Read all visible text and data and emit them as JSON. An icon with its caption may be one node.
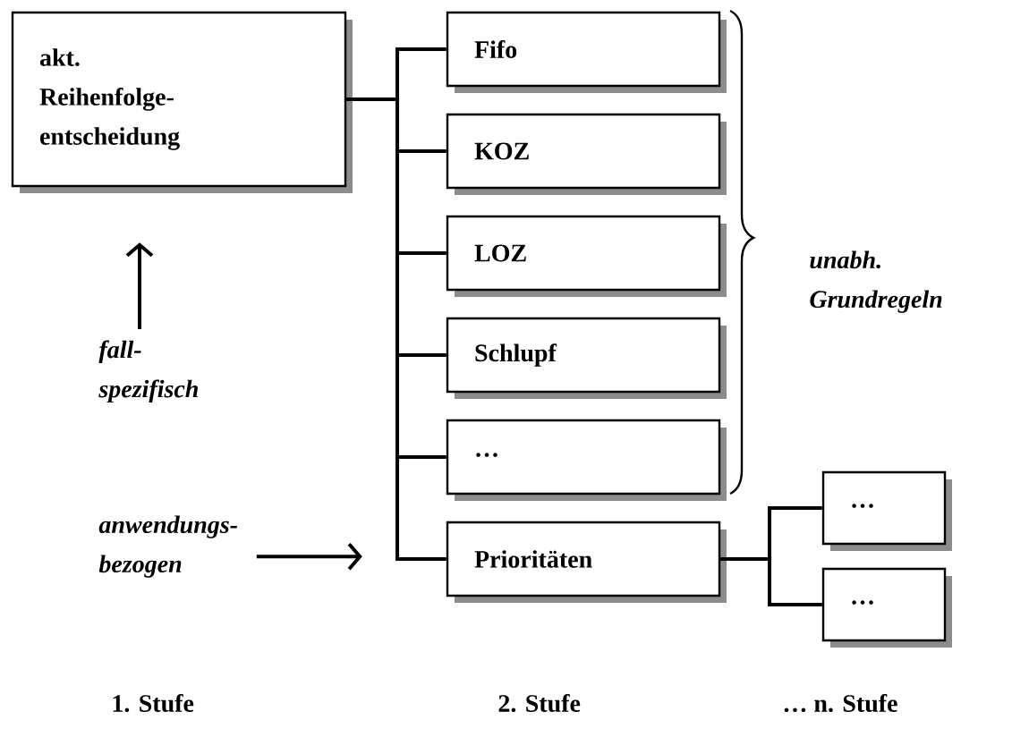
{
  "diagram": {
    "nodes": [
      {
        "text": [
          "akt. Reihenfolge-entscheidung"
        ]
      },
      {
        "text": [
          "Fifo"
        ]
      },
      {
        "text": [
          "KOZ"
        ]
      },
      {
        "text": [
          "LOZ"
        ]
      },
      {
        "text": [
          "Schlupf"
        ]
      },
      {
        "text": [
          "…"
        ]
      },
      {
        "text": [
          "Prioritäten"
        ]
      },
      {
        "text": [
          "…"
        ]
      },
      {
        "text": [
          "…"
        ]
      },
      {
        "text": [
          "fall-spezifisch"
        ]
      },
      {
        "text": [
          "anwendungs-bezogen"
        ]
      }
    ],
    "edges": [
      {
        "from": 0,
        "to": 1,
        "arrow": "none"
      },
      {
        "from": 0,
        "to": 2,
        "arrow": "none"
      },
      {
        "from": 0,
        "to": 3,
        "arrow": "none"
      },
      {
        "from": 0,
        "to": 4,
        "arrow": "none"
      },
      {
        "from": 0,
        "to": 5,
        "arrow": "none"
      },
      {
        "from": 0,
        "to": 6,
        "arrow": "none"
      },
      {
        "from": 6,
        "to": 7,
        "arrow": "none"
      },
      {
        "from": 6,
        "to": 8,
        "arrow": "none"
      },
      {
        "from": 9,
        "to": 0,
        "arrow": "to"
      },
      {
        "from": 10,
        "to": null,
        "arrow": "to"
      }
    ],
    "labels": [
      "unabh. Grundregeln",
      "1. Stufe",
      "2. Stufe",
      "… n. Stufe"
    ]
  }
}
